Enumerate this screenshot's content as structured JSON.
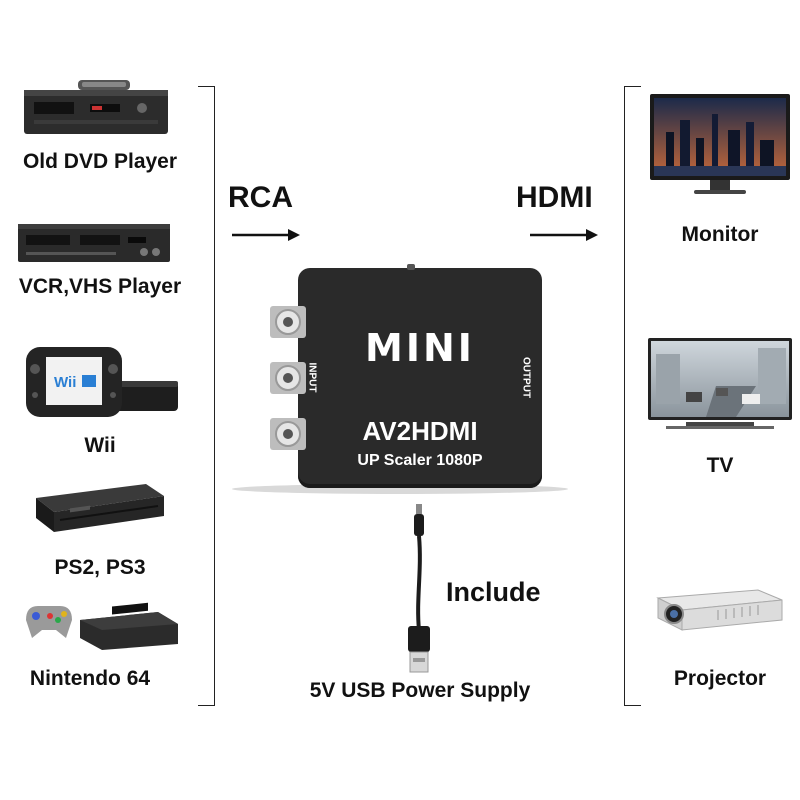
{
  "sources": [
    {
      "name": "Old DVD Player",
      "icon": "dvd-player-icon"
    },
    {
      "name": "VCR,VHS Player",
      "icon": "vcr-icon"
    },
    {
      "name": "Wii",
      "icon": "wii-console-icon"
    },
    {
      "name": "PS2, PS3",
      "icon": "playstation-console-icon"
    },
    {
      "name": "Nintendo 64",
      "icon": "n64-console-icon"
    }
  ],
  "displays": [
    {
      "name": "Monitor",
      "icon": "monitor-icon"
    },
    {
      "name": "TV",
      "icon": "tv-icon"
    },
    {
      "name": "Projector",
      "icon": "projector-icon"
    }
  ],
  "input_label": "RCA",
  "output_label": "HDMI",
  "device": {
    "brand": "MINI",
    "model": "AV2HDMI",
    "subtitle": "UP Scaler 1080P",
    "input_port_label": "INPUT",
    "output_port_label": "OUTPUT"
  },
  "include_label": "Include",
  "cable_label": "5V USB Power Supply",
  "colors": {
    "device_body": "#2a2a2a",
    "text": "#111111",
    "rca_ring": "#c8c8c8"
  }
}
